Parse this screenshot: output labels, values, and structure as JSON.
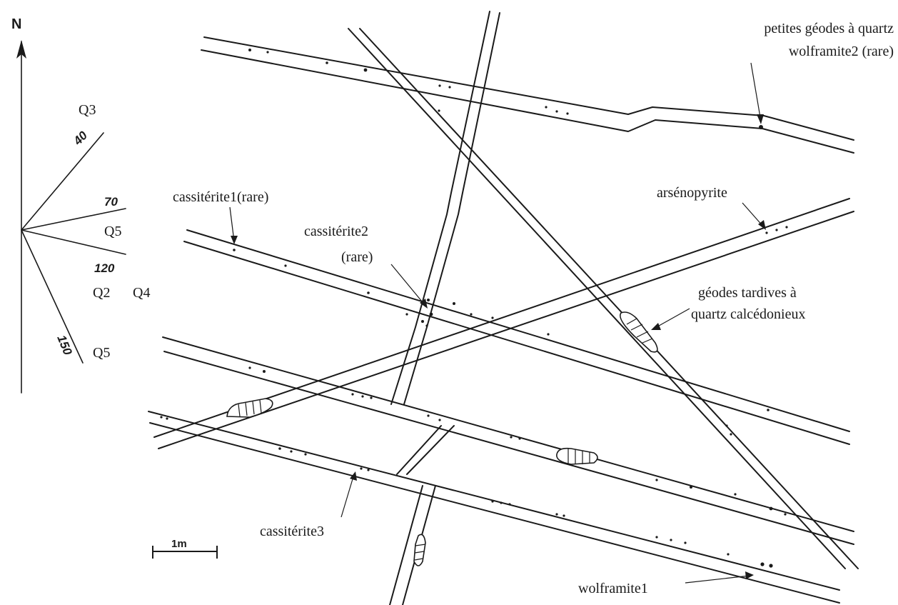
{
  "rose": {
    "north_label": "N",
    "azimuths": [
      "40",
      "70",
      "120",
      "150"
    ],
    "quartz_labels": [
      "Q3",
      "Q5",
      "Q2",
      "Q4",
      "Q5"
    ]
  },
  "labels": {
    "petites_geodes_line1": "petites géodes à quartz",
    "petites_geodes_line2": "wolframite2 (rare)",
    "cassiterite1": "cassitérite1(rare)",
    "arsenopyrite": "arsénopyrite",
    "cassiterite2_line1": "cassitérite2",
    "cassiterite2_line2": "(rare)",
    "geodes_tardives_line1": "géodes tardives à",
    "geodes_tardives_line2": "quartz calcédonieux",
    "cassiterite3": "cassitérite3",
    "wolframite1": "wolframite1"
  },
  "scale": {
    "label": "1m"
  },
  "icons": {
    "north_arrow": "north-arrow-icon",
    "scale_bar": "scale-bar-icon"
  }
}
